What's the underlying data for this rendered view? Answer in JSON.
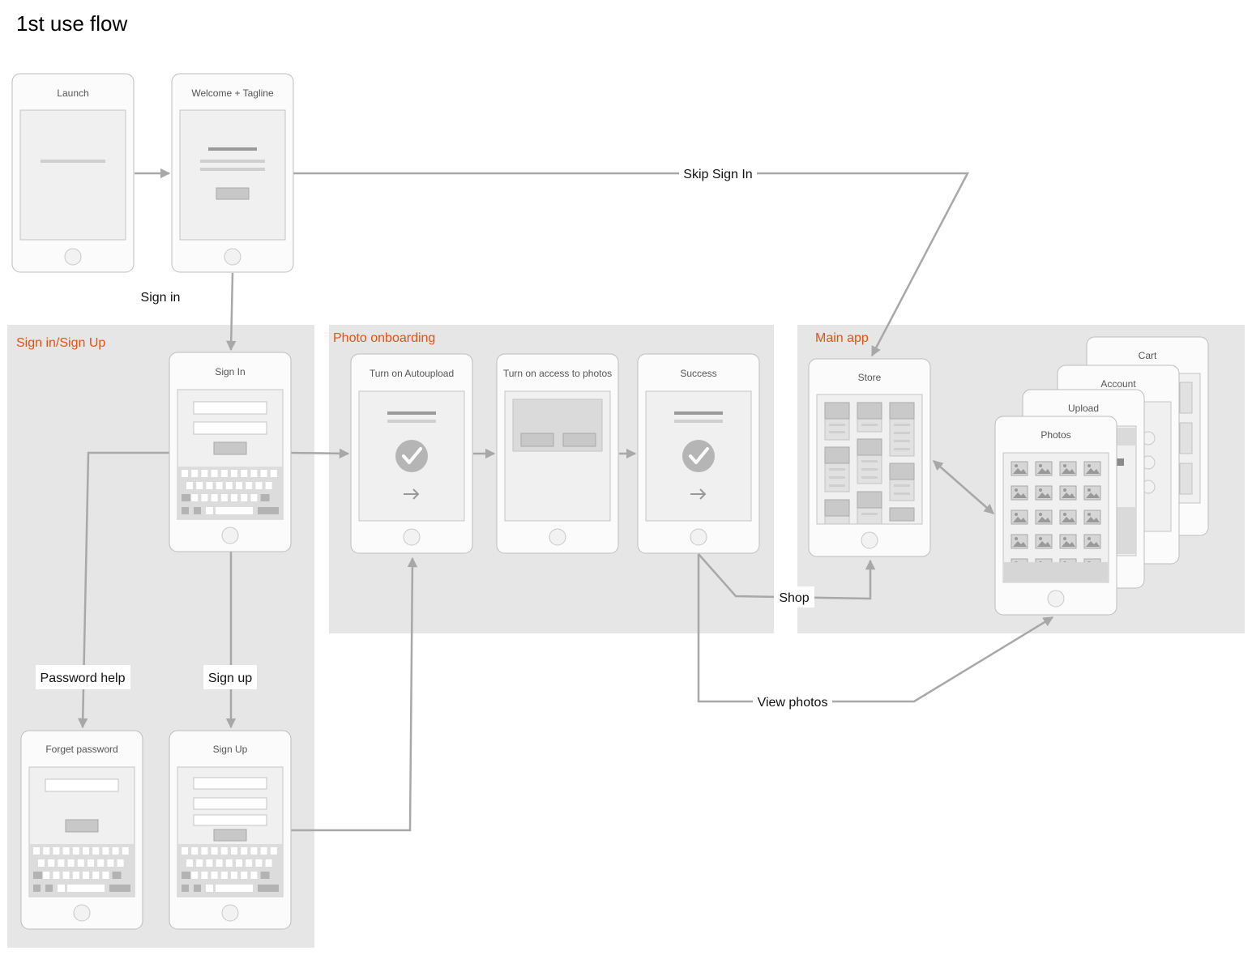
{
  "page": {
    "title": "1st use flow"
  },
  "groups": {
    "signin": "Sign in/Sign Up",
    "onboarding": "Photo onboarding",
    "main": "Main app"
  },
  "screens": {
    "launch": "Launch",
    "welcome": "Welcome + Tagline",
    "signin": "Sign In",
    "forget": "Forget password",
    "signup": "Sign Up",
    "autoupload": "Turn on Autoupload",
    "access": "Turn on access to photos",
    "success": "Success",
    "store": "Store",
    "cart": "Cart",
    "account": "Account",
    "upload": "Upload",
    "photos": "Photos"
  },
  "labels": {
    "skip": "Skip Sign In",
    "signin": "Sign in",
    "password_help": "Password help",
    "signup": "Sign up",
    "shop": "Shop",
    "view_photos": "View photos"
  },
  "colors": {
    "group_label": "#e8500f",
    "group_bg": "#e6e6e6",
    "connector": "#a8a8a8"
  }
}
